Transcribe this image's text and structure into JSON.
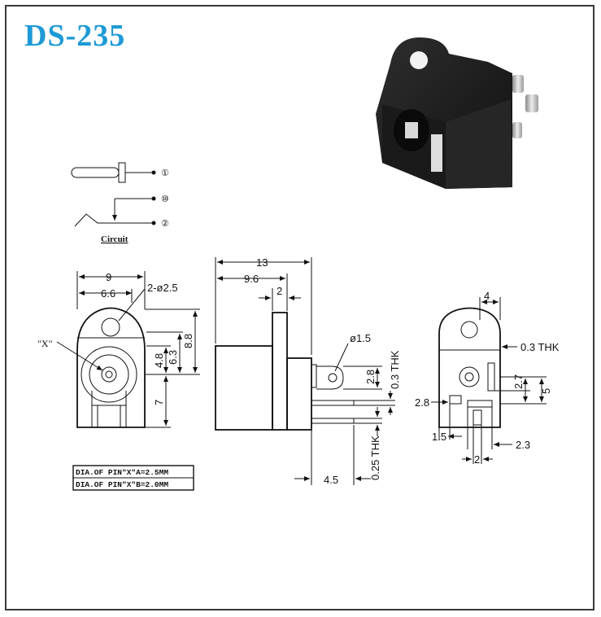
{
  "title": "DS-235",
  "circuit": {
    "label": "Circuit",
    "pins": [
      "①",
      "⑩",
      "②"
    ]
  },
  "front_view": {
    "dims": [
      "9",
      "6.6",
      "2-ø2.5",
      "8.8",
      "4.8",
      "6.3",
      "7"
    ],
    "pin_label": "\"X\""
  },
  "side_view": {
    "dims": [
      "13",
      "9.6",
      "2",
      "ø1.5",
      "2.8",
      "0.3 THK",
      "0.25 THK",
      "4.5"
    ]
  },
  "rear_view": {
    "dims": [
      "4",
      "0.3 THK",
      "2.7",
      "5",
      "2.8",
      "1.5",
      "2.3",
      "2"
    ]
  },
  "pin_table": [
    "DIA.OF PIN\"X\"A=2.5MM",
    "DIA.OF PIN\"X\"B=2.0MM"
  ],
  "colors": {
    "title": "#1e9ad6",
    "body": "#1c1c1c",
    "terminal": "#c9c9c9"
  }
}
